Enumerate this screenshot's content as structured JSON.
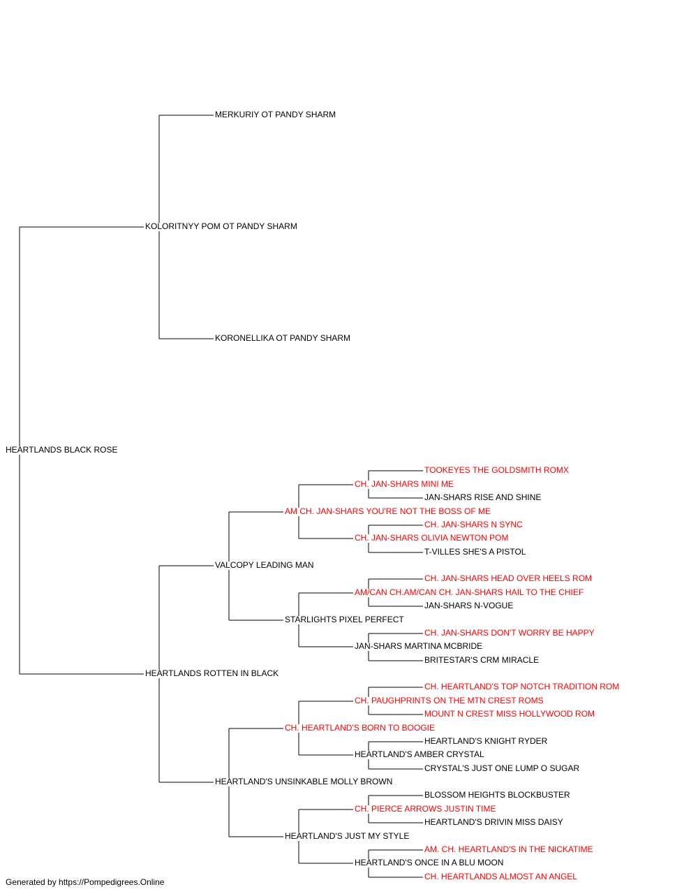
{
  "colors": {
    "champion": "#ff0000",
    "normal": "#000000",
    "line": "#000000"
  },
  "footer": "Generated by https://Pompedigrees.Online",
  "pedigree": {
    "name": "HEARTLANDS BLACK ROSE",
    "ch": false,
    "sire": {
      "name": "KOLORITNYY POM OT PANDY SHARM",
      "ch": false,
      "sire": {
        "name": "MERKURIY OT PANDY SHARM",
        "ch": false
      },
      "dam": {
        "name": "KORONELLIKA OT PANDY SHARM",
        "ch": false
      }
    },
    "dam": {
      "name": "HEARTLANDS ROTTEN IN BLACK",
      "ch": false,
      "sire": {
        "name": "VALCOPY LEADING MAN",
        "ch": false,
        "sire": {
          "name": "AM CH. JAN-SHARS YOU'RE NOT THE BOSS OF ME",
          "ch": true,
          "sire": {
            "name": "CH. JAN-SHARS MINI ME",
            "ch": true,
            "sire": {
              "name": "TOOKEYES THE GOLDSMITH ROMX",
              "ch": true
            },
            "dam": {
              "name": "JAN-SHARS RISE AND SHINE",
              "ch": false
            }
          },
          "dam": {
            "name": "CH. JAN-SHARS OLIVIA NEWTON POM",
            "ch": true,
            "sire": {
              "name": "CH. JAN-SHARS N SYNC",
              "ch": true
            },
            "dam": {
              "name": "T-VILLES SHE'S A PISTOL",
              "ch": false
            }
          }
        },
        "dam": {
          "name": "STARLIGHTS PIXEL PERFECT",
          "ch": false,
          "sire": {
            "name": "AM/CAN CH.AM/CAN CH. JAN-SHARS HAIL TO THE CHIEF",
            "ch": true,
            "sire": {
              "name": "CH. JAN-SHARS HEAD OVER HEELS ROM",
              "ch": true
            },
            "dam": {
              "name": "JAN-SHARS N-VOGUE",
              "ch": false
            }
          },
          "dam": {
            "name": "JAN-SHARS MARTINA MCBRIDE",
            "ch": false,
            "sire": {
              "name": "CH. JAN-SHARS DON'T WORRY BE HAPPY",
              "ch": true
            },
            "dam": {
              "name": "BRITESTAR'S CRM MIRACLE",
              "ch": false
            }
          }
        }
      },
      "dam": {
        "name": "HEARTLAND'S UNSINKABLE MOLLY BROWN",
        "ch": false,
        "sire": {
          "name": "CH. HEARTLAND'S BORN TO BOOGIE",
          "ch": true,
          "sire": {
            "name": "CH. PAUGHPRINTS ON THE MTN CREST ROMS",
            "ch": true,
            "sire": {
              "name": "CH. HEARTLAND'S TOP NOTCH TRADITION ROM",
              "ch": true
            },
            "dam": {
              "name": "MOUNT N CREST MISS HOLLYWOOD ROM",
              "ch": true
            }
          },
          "dam": {
            "name": "HEARTLAND'S AMBER CRYSTAL",
            "ch": false,
            "sire": {
              "name": "HEARTLAND'S KNIGHT RYDER",
              "ch": false
            },
            "dam": {
              "name": "CRYSTAL'S JUST ONE LUMP O SUGAR",
              "ch": false
            }
          }
        },
        "dam": {
          "name": "HEARTLAND'S JUST MY STYLE",
          "ch": false,
          "sire": {
            "name": "CH. PIERCE ARROWS JUSTIN TIME",
            "ch": true,
            "sire": {
              "name": "BLOSSOM HEIGHTS BLOCKBUSTER",
              "ch": false
            },
            "dam": {
              "name": "HEARTLAND'S DRIVIN MISS DAISY",
              "ch": false
            }
          },
          "dam": {
            "name": "HEARTLAND'S ONCE IN A BLU MOON",
            "ch": false,
            "sire": {
              "name": "AM. CH. HEARTLAND'S IN THE NICKATIME",
              "ch": true
            },
            "dam": {
              "name": "CH. HEARTLANDS ALMOST AN ANGEL",
              "ch": true
            }
          }
        }
      }
    }
  }
}
